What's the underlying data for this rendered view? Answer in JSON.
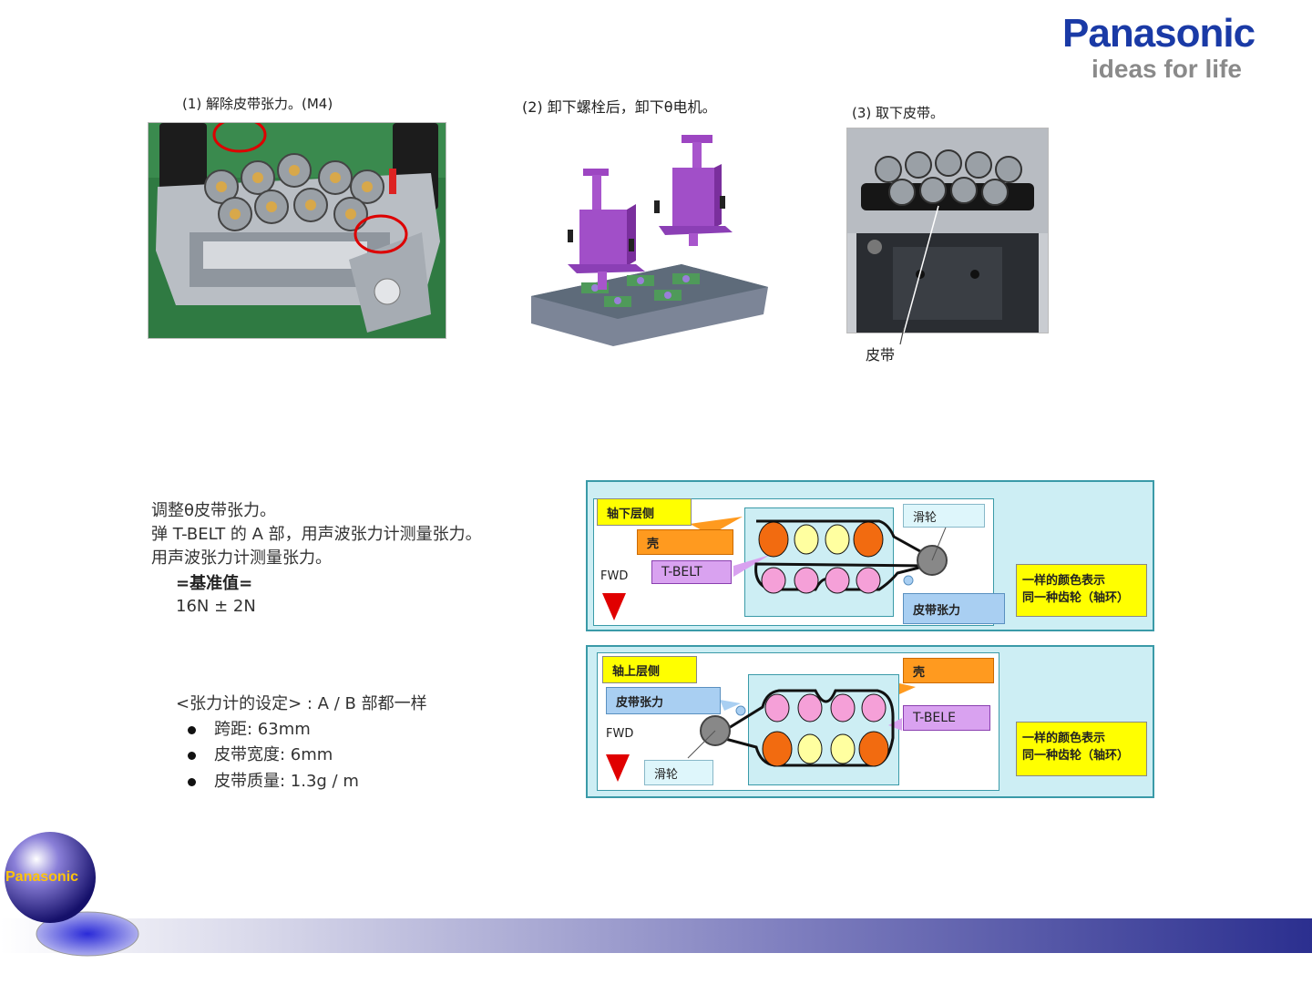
{
  "brand": {
    "name": "Panasonic",
    "slogan": "ideas for life",
    "color": "#1a3aa6"
  },
  "steps": [
    {
      "caption": "(1) 解除皮带张力。(M4)"
    },
    {
      "caption": "(2) 卸下螺栓后，卸下θ电机。"
    },
    {
      "caption": "(3) 取下皮带。",
      "callout": "皮带"
    }
  ],
  "instructions": {
    "lines": [
      "调整θ皮带张力。",
      "弹 T-BELT 的 A 部，用声波张力计测量张力。",
      "用声波张力计测量张力。"
    ],
    "standard_label": "=基准值=",
    "standard_value": "16N ± 2N"
  },
  "tension_settings": {
    "heading": "<张力计的设定> : A / B 部都一样",
    "items": [
      "跨距: 63mm",
      "皮带宽度: 6mm",
      "皮带质量: 1.3g / m"
    ]
  },
  "diagram_top": {
    "side_label": "轴下层侧",
    "shell_label": "壳",
    "belt_label": "T-BELT",
    "pulley_label": "滑轮",
    "tension_label": "皮带张力",
    "fwd": "FWD",
    "legend_line1": "一样的颜色表示",
    "legend_line2": "同一种齿轮（轴环）"
  },
  "diagram_bottom": {
    "side_label": "轴上层侧",
    "shell_label": "壳",
    "belt_label": "T-BELE",
    "pulley_label": "滑轮",
    "tension_label": "皮带张力",
    "fwd": "FWD",
    "legend_line1": "一样的颜色表示",
    "legend_line2": "同一种齿轮（轴环）"
  },
  "footer_logo": "Panasonic",
  "colors": {
    "gear_orange": "#f26b10",
    "gear_yellow": "#ffffa0",
    "gear_pink": "#f5a0d8",
    "panel_bg": "#cdeef4",
    "arrow_red": "#e00000"
  }
}
